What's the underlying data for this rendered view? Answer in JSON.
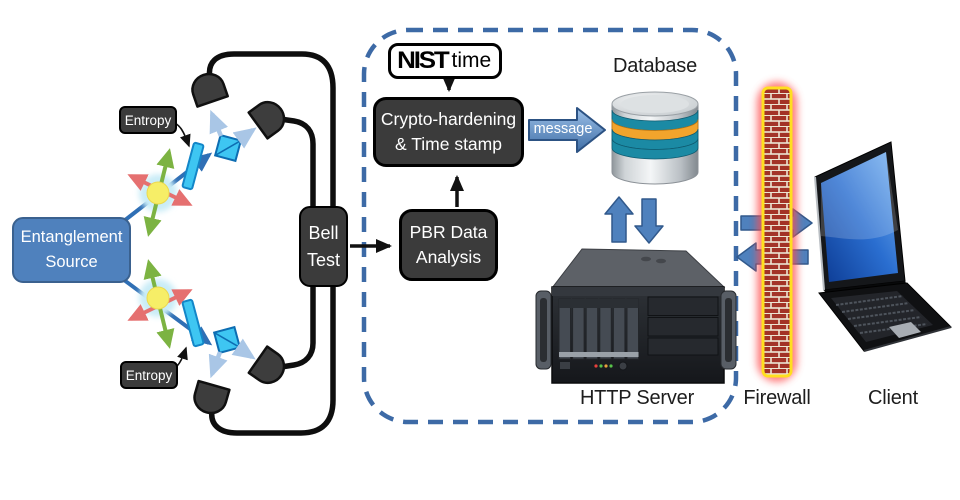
{
  "labels": {
    "entanglement_source": {
      "line1": "Entanglement",
      "line2": "Source"
    },
    "entropy_top": "Entropy",
    "entropy_bottom": "Entropy",
    "bell_test": {
      "line1": "Bell",
      "line2": "Test"
    },
    "nist": {
      "brand": "NIST",
      "suffix": "time"
    },
    "crypto": {
      "line1": "Crypto-hardening",
      "line2": "& Time stamp"
    },
    "pbr": {
      "line1": "PBR Data",
      "line2": "Analysis"
    },
    "message": "message",
    "database": "Database",
    "http_server": "HTTP Server",
    "firewall": "Firewall",
    "client": "Client"
  },
  "colors": {
    "accent_blue": "#4f81bd",
    "dark_box": "#3b3b3b",
    "dashed_border": "#3d6aa6",
    "optics_cyan": "#3ec6f2",
    "beam_blue": "#2f6fb5",
    "beam_light": "#a9c6e6",
    "firewall_brick": "#a33227",
    "firewall_glow": "#ff5050",
    "firewall_border": "#ffdf1e",
    "db_teal": "#1b8aa4",
    "db_orange": "#f2a42c"
  },
  "icons": {
    "photon_source": "glowing-particle-with-polarization-arrows",
    "waveplate": "tilted-cyan-plate",
    "beamsplitter": "cyan-cube-with-diagonal",
    "detector": "dark-half-dome-detector",
    "fiber": "black-fiber-cable",
    "database": "stacked-ring-cylinder",
    "server": "rack-mount-server",
    "firewall": "brick-wall-column",
    "client": "laptop",
    "message_arrow": "blue-block-arrow-right"
  }
}
